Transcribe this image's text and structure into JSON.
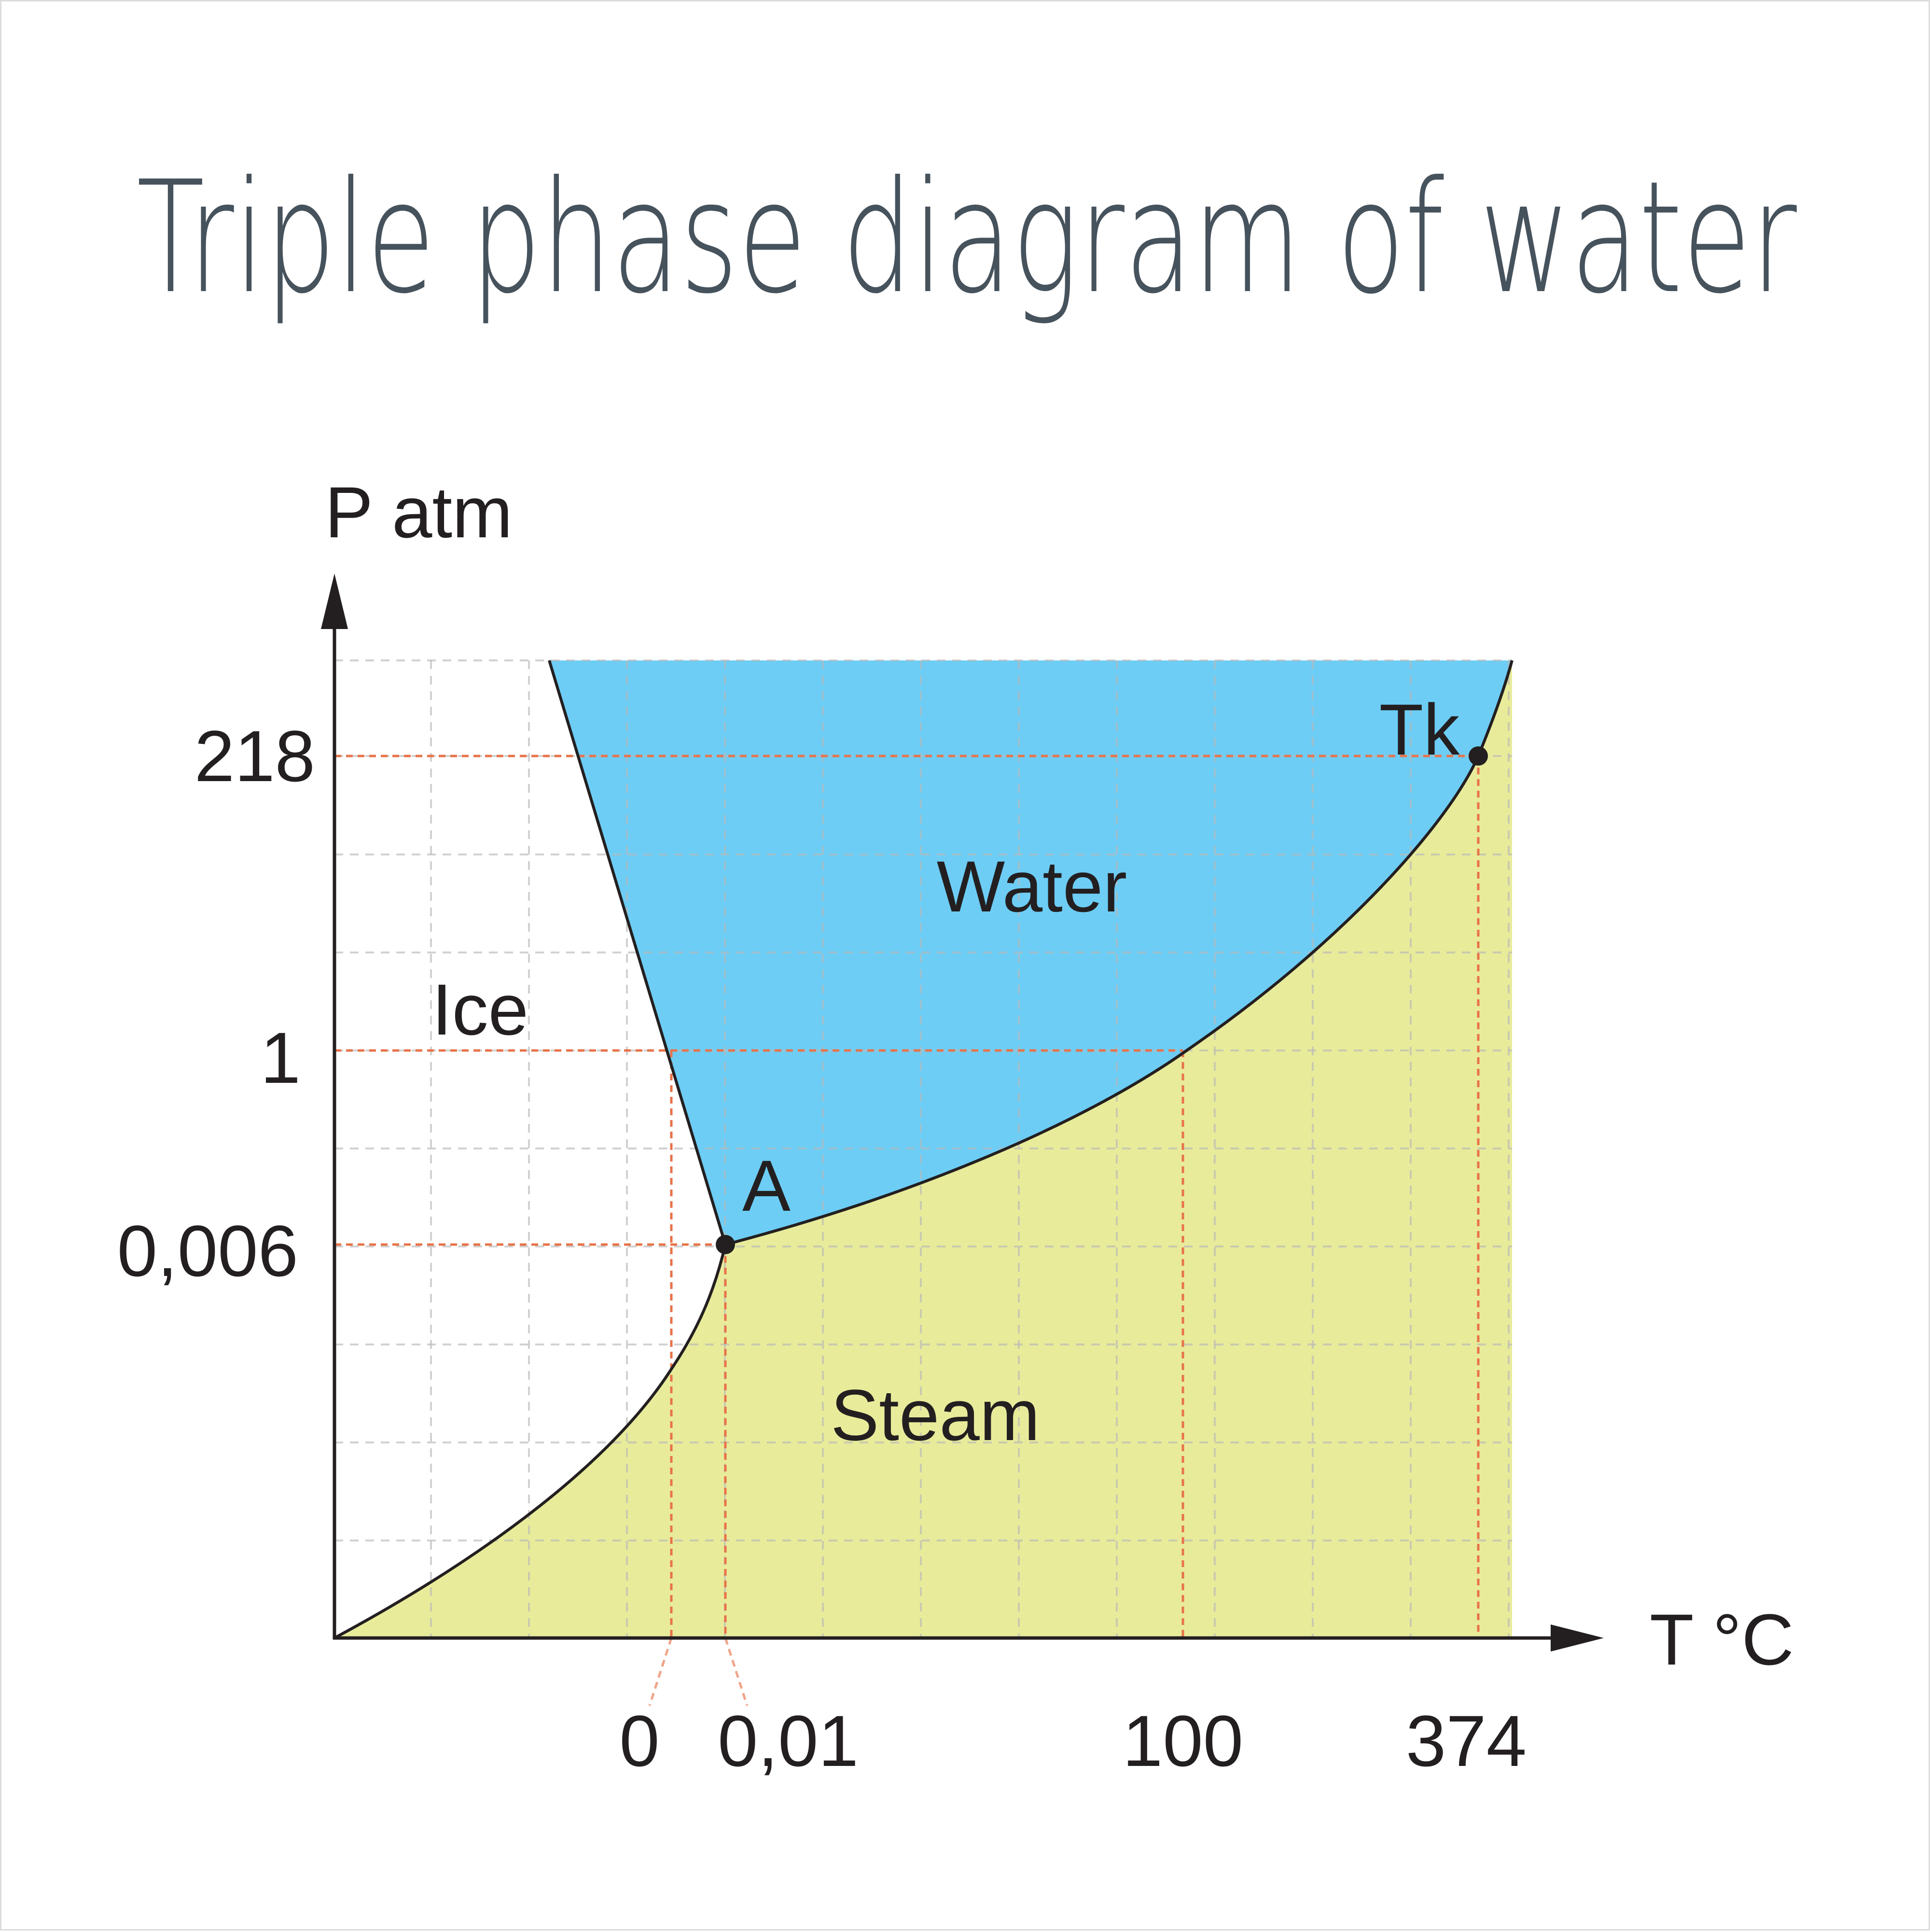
{
  "title": "Triple phase diagram of water",
  "axes": {
    "y_label": "P atm",
    "x_label": "T °C"
  },
  "y_ticks": [
    {
      "label": "218",
      "value": 218
    },
    {
      "label": "1",
      "value": 1
    },
    {
      "label": "0,006",
      "value": 0.006
    }
  ],
  "x_ticks": [
    {
      "label": "0",
      "value": 0
    },
    {
      "label": "0,01",
      "value": 0.01
    },
    {
      "label": "100",
      "value": 100
    },
    {
      "label": "374",
      "value": 374
    }
  ],
  "regions": {
    "ice": "Ice",
    "water": "Water",
    "steam": "Steam"
  },
  "points": {
    "triple": {
      "label": "A",
      "temperature": 0.01,
      "pressure": 0.006
    },
    "critical": {
      "label": "Tk",
      "temperature": 374,
      "pressure": 218
    }
  },
  "colors": {
    "title": "#46525c",
    "axis": "#231f20",
    "water": "#6dcdf5",
    "steam": "#e8eb9a",
    "grid": "#c8c8c8",
    "guide": "#e8734a"
  }
}
